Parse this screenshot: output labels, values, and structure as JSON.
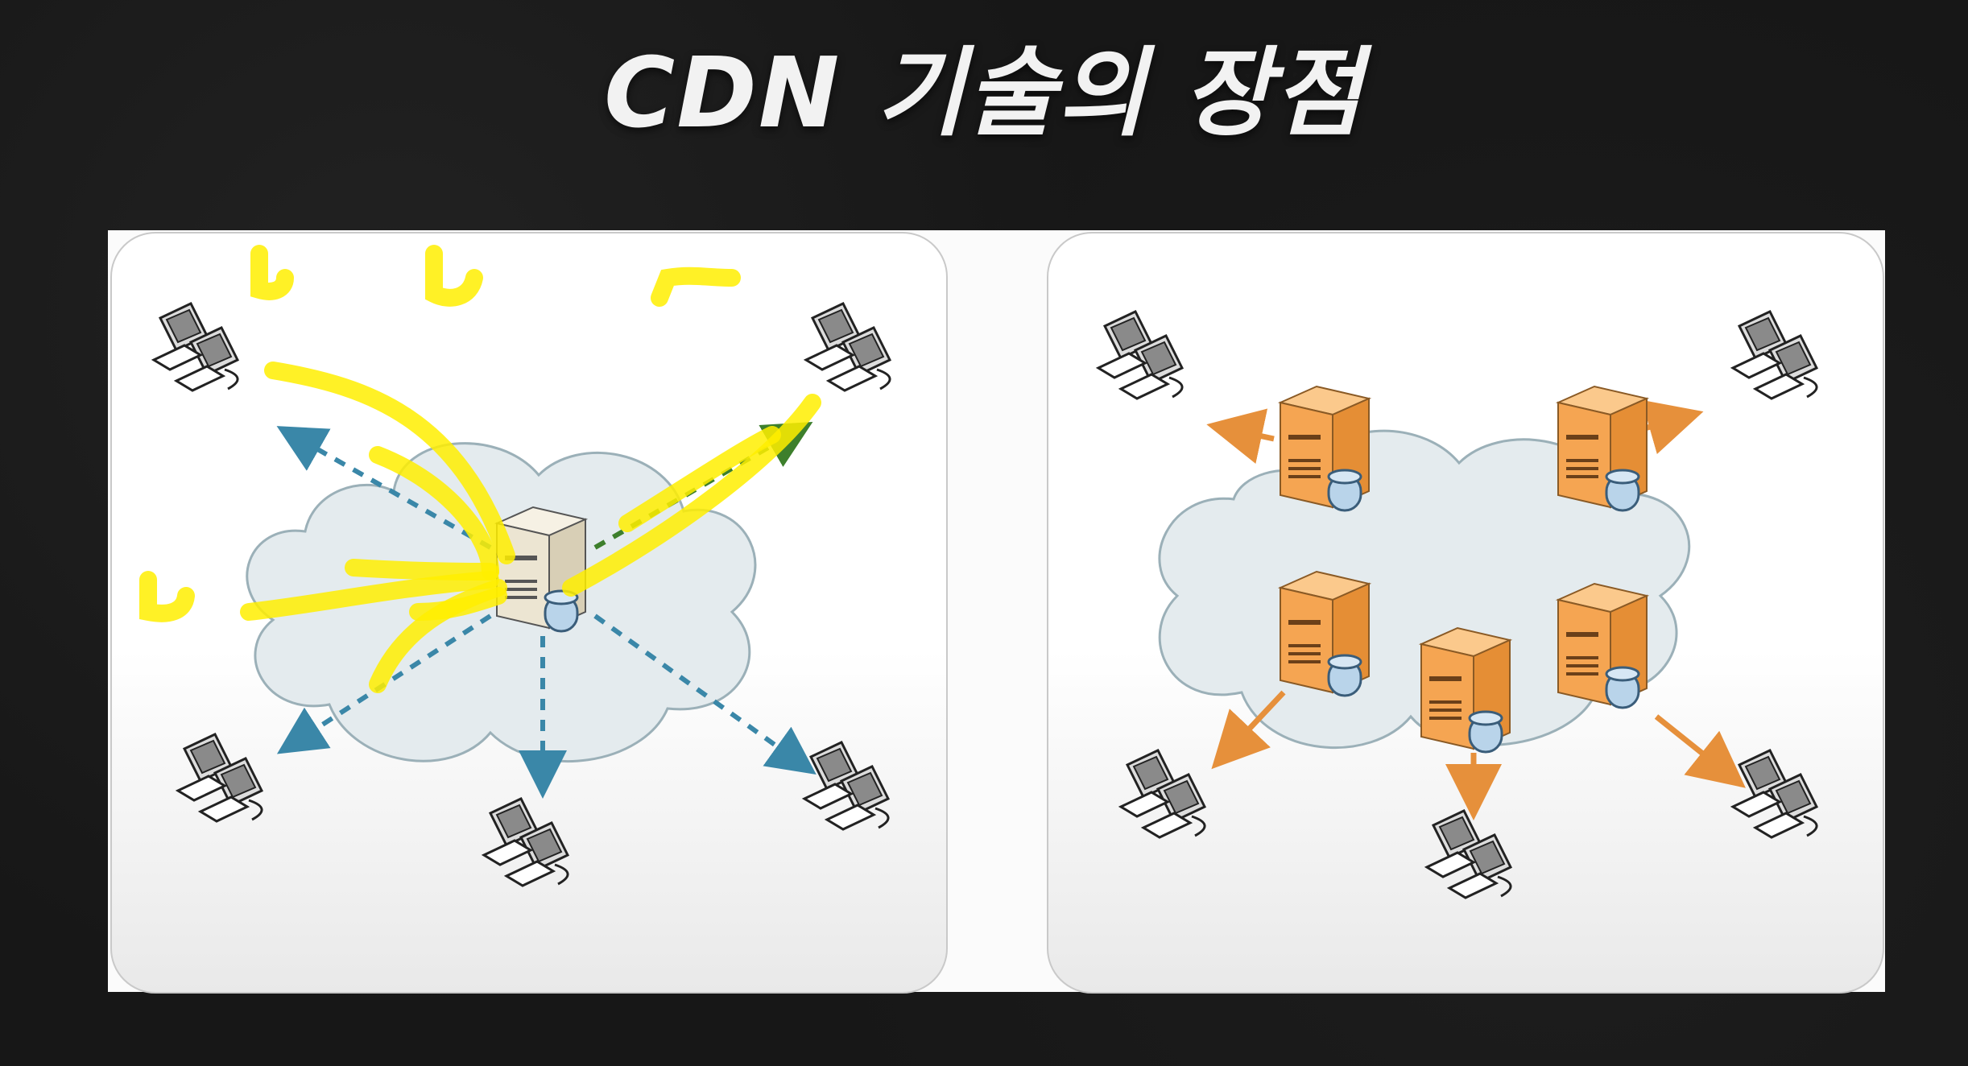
{
  "title": "CDN 기술의 장점",
  "icons": {
    "client": "desktop-computer-icon",
    "origin_server": "server-tower-icon",
    "edge_server": "server-tower-icon",
    "network": "cloud-icon"
  },
  "colors": {
    "background": "#171717",
    "title": "#f2f2f2",
    "cloud_fill": "#e4ebee",
    "cloud_stroke": "#9bb0b8",
    "dashed_arrow": "#3a87a8",
    "edge_arrow": "#e6903b",
    "edge_server": "#f5a552",
    "origin_server": "#ece5d2",
    "highlighter": "#ffee00"
  },
  "left_panel": {
    "style": "single origin server with dashed arrows to all clients, yellow highlighter annotations",
    "clients": 5
  },
  "right_panel": {
    "style": "distributed edge servers each serving a nearby client",
    "servers": 5,
    "clients": 5
  }
}
